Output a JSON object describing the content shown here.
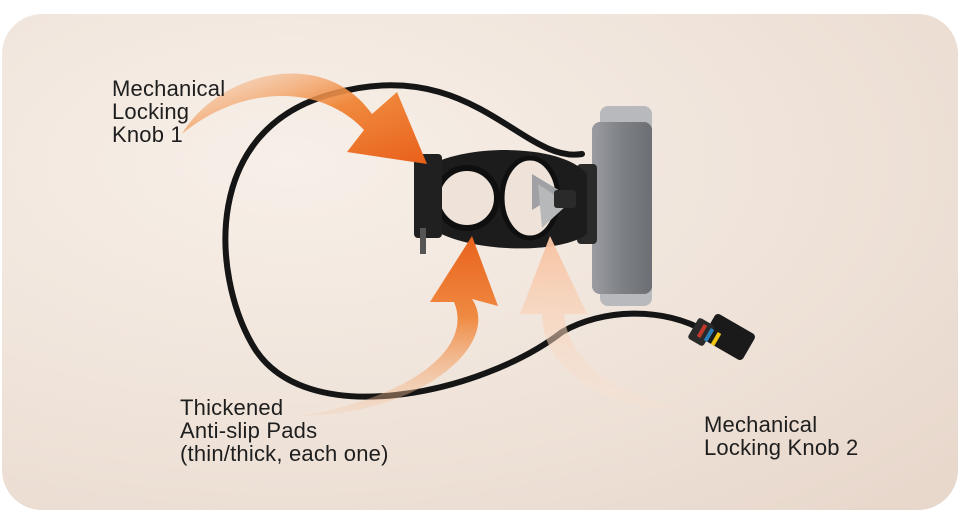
{
  "callouts": {
    "knob1": [
      "Mechanical",
      "Locking",
      "Knob 1"
    ],
    "pads": [
      "Thickened",
      "Anti-slip Pads",
      "(thin/thick, each one)"
    ],
    "knob2": [
      "Mechanical",
      "Locking Knob 2"
    ]
  },
  "colors": {
    "arrow_strong": "#ec6a1f",
    "arrow_light": "#f9cbb0",
    "background": "#efe3d9",
    "cable": "#1a1a1a",
    "display_housing": "#8c8f94"
  }
}
